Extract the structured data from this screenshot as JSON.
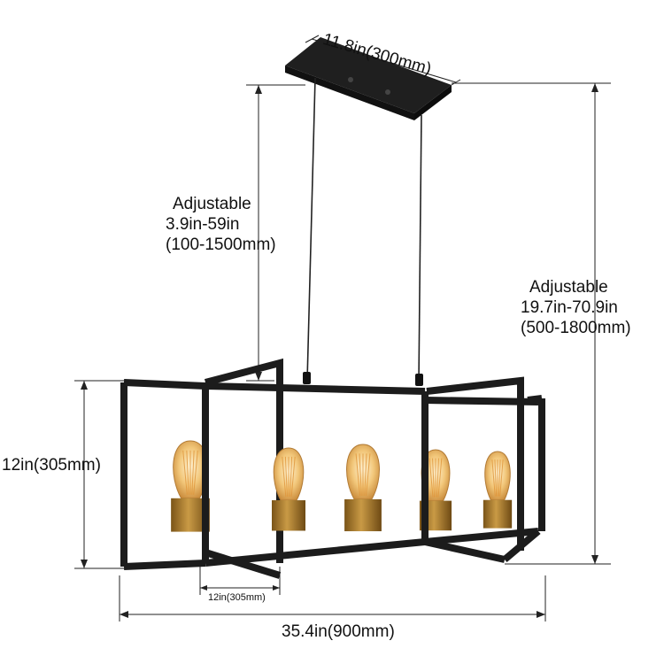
{
  "dimensions": {
    "canopy_width": "11.8in(300mm)",
    "chain_adjust": {
      "line1": "Adjustable",
      "line2": "3.9in-59in",
      "line3": "(100-1500mm)"
    },
    "total_height": {
      "line1": "Adjustable",
      "line2": "19.7in-70.9in",
      "line3": "(500-1800mm)"
    },
    "frame_height": "12in(305mm)",
    "frame_depth": "12in(305mm)",
    "frame_length": "35.4in(900mm)"
  },
  "product": {
    "bulb_count": 5,
    "frame_color": "#1c1c1c",
    "socket_color": "#a97a2c",
    "bulb_glow_color": "#f2c77a"
  }
}
